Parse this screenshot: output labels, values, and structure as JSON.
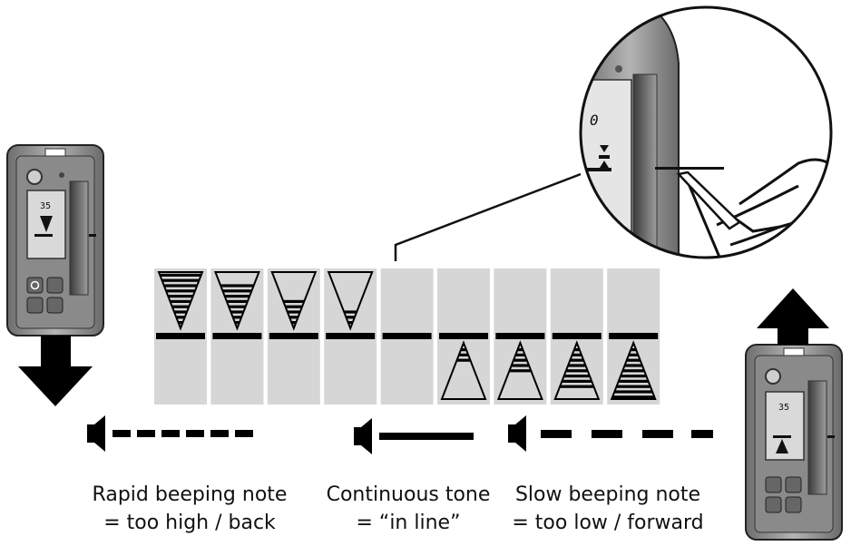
{
  "captions": {
    "rapid": {
      "line1": "Rapid beeping note",
      "line2": "= too high / back"
    },
    "continuous": {
      "line1": "Continuous tone",
      "line2": "= “in line”"
    },
    "slow": {
      "line1": "Slow beeping note",
      "line2": "= too low / forward"
    }
  },
  "device_left": {
    "display_value": "35"
  },
  "device_right": {
    "display_value": "35"
  },
  "zoom_display": {
    "display_value": "0"
  },
  "sequence": {
    "indicator_levels": [
      4,
      3,
      2,
      1,
      0,
      -1,
      -2,
      -3,
      -4
    ]
  },
  "colors": {
    "panel": "#d6d6d6",
    "ink": "#000000",
    "device_body": "#9a9a9a",
    "screen": "#d9d9d9"
  }
}
